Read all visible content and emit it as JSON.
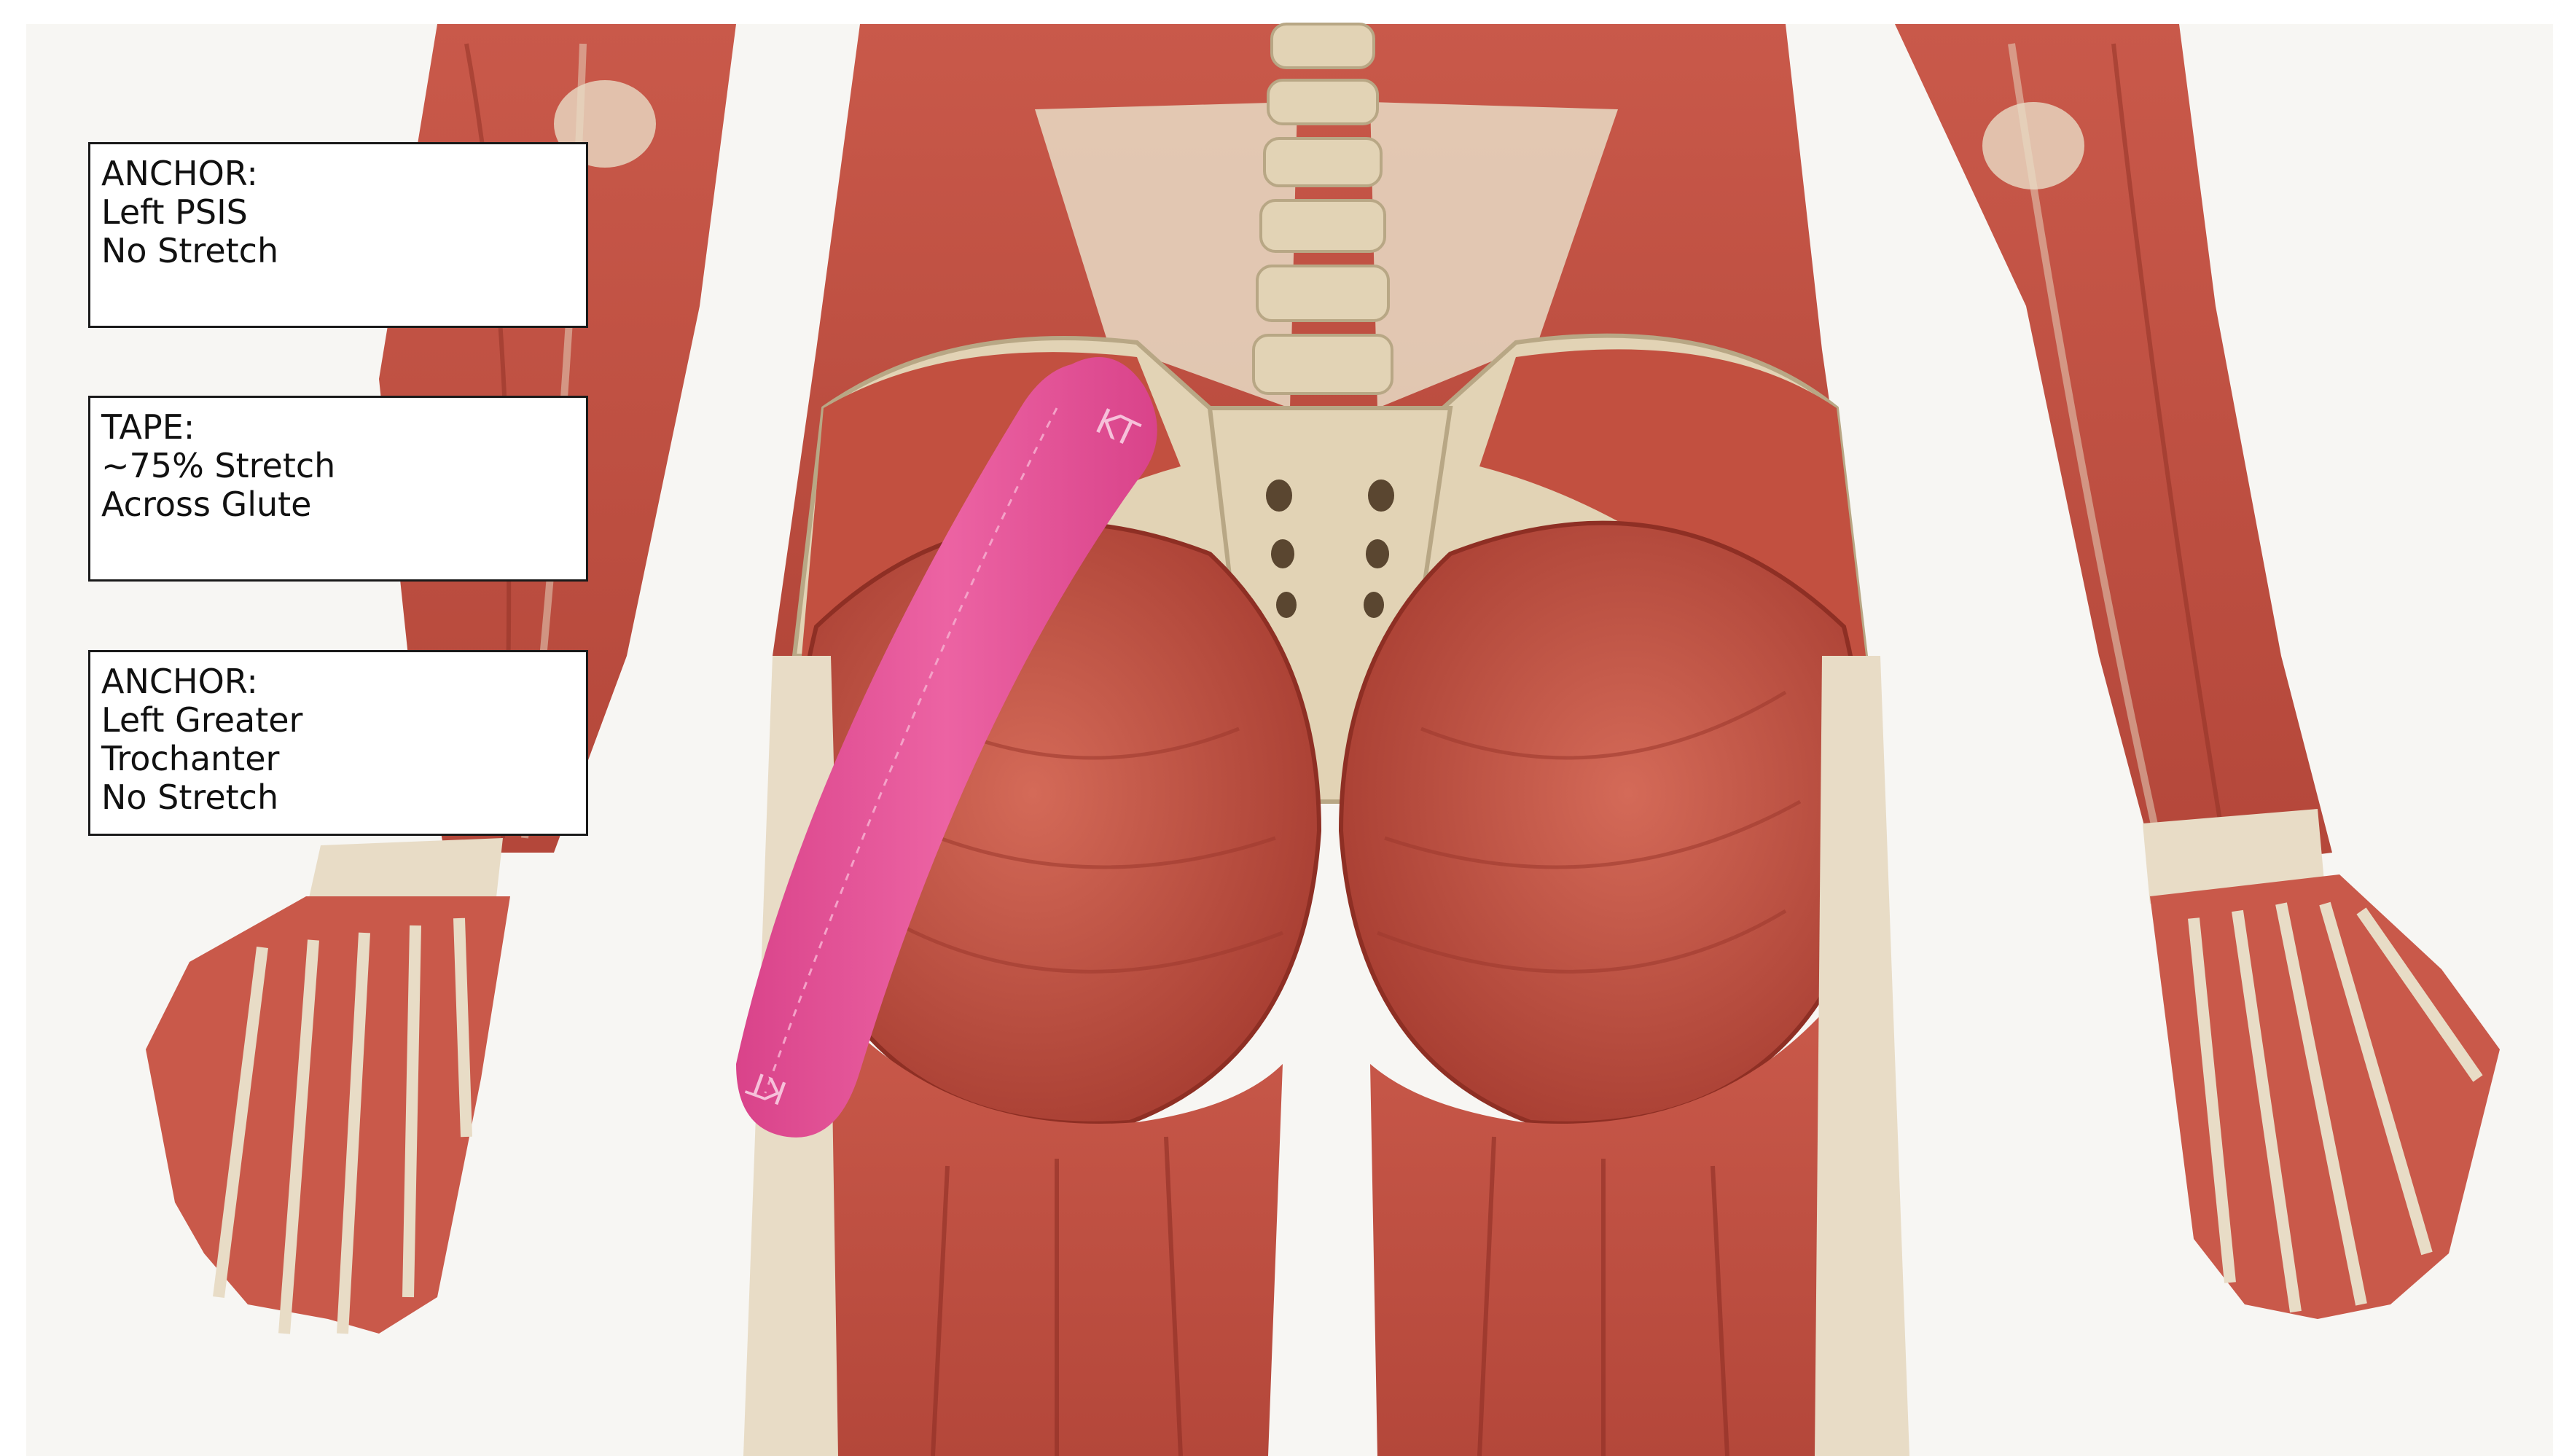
{
  "colors": {
    "background": "#ffffff",
    "panel": "#f7f6f3",
    "muscle": "#c2503f",
    "muscle_dark": "#8e2f24",
    "tendon": "#e8dcc6",
    "bone": "#e2d3b5",
    "kt_tape": "#e9559a",
    "box_border": "#1a1a1a"
  },
  "labels": {
    "anchor_top": [
      "ANCHOR:",
      "Left PSIS",
      "No Stretch"
    ],
    "tape": [
      "TAPE:",
      "~75% Stretch",
      "Across Glute"
    ],
    "anchor_bottom": [
      "ANCHOR:",
      "Left Greater",
      "Trochanter",
      "No Stretch"
    ]
  },
  "tape": {
    "brand_text": "KT",
    "stretch_percent": 75
  }
}
